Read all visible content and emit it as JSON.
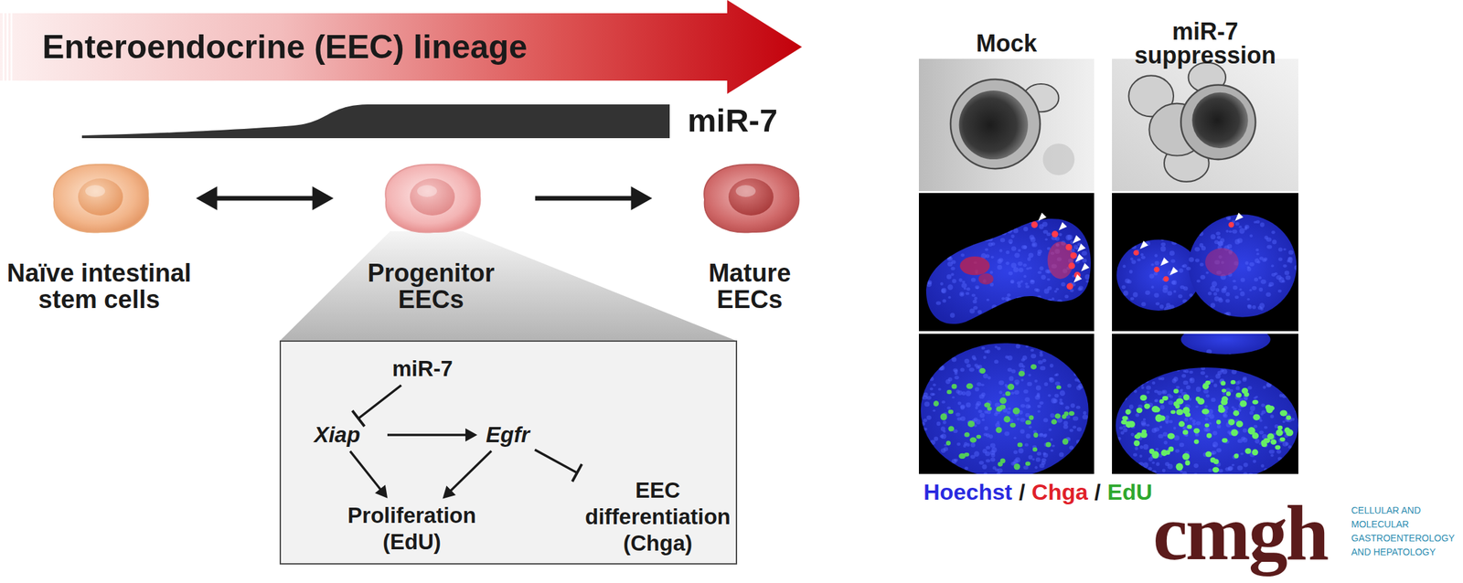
{
  "diagram": {
    "nodes": [
      {
        "text": [
          "Enteroendocrine (EEC) lineage"
        ]
      },
      {
        "text": [
          "miR-7"
        ]
      },
      {
        "text": [
          "Naïve intestinal stem cells"
        ]
      },
      {
        "text": [
          "Progenitor EECs"
        ]
      },
      {
        "text": [
          "Mature EECs"
        ]
      },
      {
        "text": []
      },
      {
        "text": [
          "miR-7"
        ],
        "in": 5
      },
      {
        "text": [
          "Xiap"
        ],
        "in": 5
      },
      {
        "text": [
          "Egfr"
        ],
        "in": 5
      },
      {
        "text": [
          "Proliferation (EdU)"
        ],
        "in": 5
      },
      {
        "text": [
          "EEC differentiation (Chga)"
        ],
        "in": 5
      }
    ],
    "edges": [
      {
        "from": 2,
        "to": 3,
        "arrow": "both"
      },
      {
        "from": 3,
        "to": 4,
        "arrow": "to"
      },
      {
        "from": 6,
        "to": 7,
        "arrow": "to"
      },
      {
        "from": 7,
        "to": 8,
        "arrow": "to"
      },
      {
        "from": 7,
        "to": 9,
        "arrow": "to"
      },
      {
        "from": 8,
        "to": 9,
        "arrow": "to"
      },
      {
        "from": 8,
        "to": 10,
        "arrow": "to"
      }
    ],
    "labels": [
      "Mock",
      "miR-7 suppression",
      "Hoechst",
      "/",
      "Chga",
      "/",
      "EdU",
      "cmgh",
      "CELLULAR AND MOLECULAR GASTROENTEROLOGY AND HEPATOLOGY"
    ]
  }
}
